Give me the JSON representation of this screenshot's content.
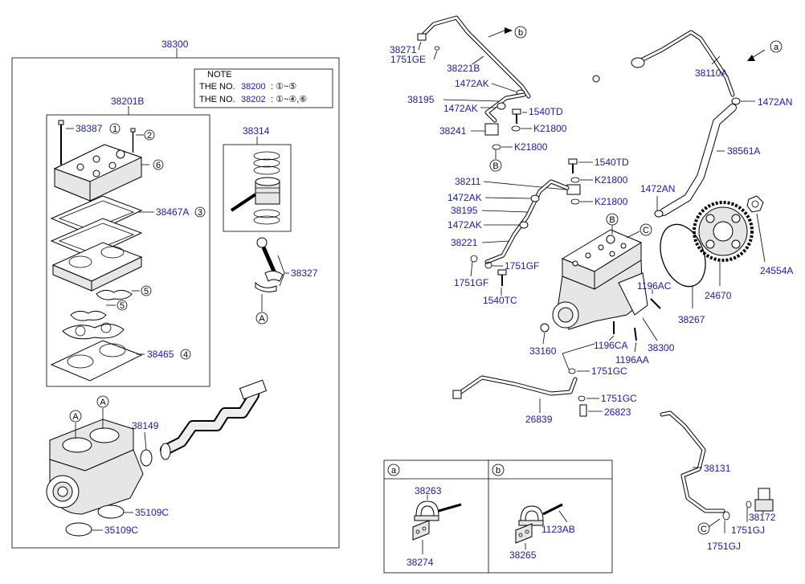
{
  "labels": {
    "main_assembly": "38300",
    "cyl_head_assy": "38201B",
    "bolt_38387": "38387",
    "gasket_38467A": "38467A",
    "gasket_38465": "38465",
    "piston_kit": "38314",
    "conrod": "38327",
    "seal_38149": "38149",
    "cap_35109C_a": "35109C",
    "cap_35109C_b": "35109C",
    "r_38271": "38271",
    "r_1751GE": "1751GE",
    "r_38221B": "38221B",
    "r_1472AK_1": "1472AK",
    "r_38195_1": "38195",
    "r_1472AK_2": "1472AK",
    "r_1540TD_1": "1540TD",
    "r_38241": "38241",
    "r_K21800_1": "K21800",
    "r_K21800_2": "K21800",
    "r_1540TD_2": "1540TD",
    "r_38211": "38211",
    "r_K21800_3": "K21800",
    "r_1472AK_3": "1472AK",
    "r_38195_2": "38195",
    "r_K21800_4": "K21800",
    "r_1472AK_4": "1472AK",
    "r_38221": "38221",
    "r_1751GF_1": "1751GF",
    "r_1751GF_2": "1751GF",
    "r_1540TC": "1540TC",
    "r_38110A": "38110A",
    "r_1472AN_1": "1472AN",
    "r_38561A": "38561A",
    "r_1472AN_2": "1472AN",
    "r_24554A": "24554A",
    "r_24670": "24670",
    "r_1196AC": "1196AC",
    "r_38267": "38267",
    "r_33160": "33160",
    "r_1196CA": "1196CA",
    "r_38300b": "38300",
    "r_1196AA": "1196AA",
    "r_1751GC_1": "1751GC",
    "r_1751GC_2": "1751GC",
    "r_26839": "26839",
    "r_26823": "26823",
    "r_38131": "38131",
    "r_38172": "38172",
    "r_1751GJ_1": "1751GJ",
    "r_1751GJ_2": "1751GJ",
    "d_38263": "38263",
    "d_38274": "38274",
    "d_1123AB": "1123AB",
    "d_38265": "38265"
  },
  "note": {
    "title": "NOTE",
    "line1_prefix": "THE NO.",
    "line1_part": "38200",
    "line1_range": ": ①~⑤",
    "line2_prefix": "THE NO.",
    "line2_part": "38202",
    "line2_range": ": ①~④,⑥"
  },
  "callouts": {
    "c1": "1",
    "c2": "2",
    "c3": "3",
    "c4": "4",
    "c5a": "5",
    "c5b": "5",
    "c6": "6",
    "refA1": "A",
    "refA2": "A",
    "refA3": "A",
    "refB1": "B",
    "refB2": "B",
    "refC1": "C",
    "refC2": "C",
    "ref_a": "a",
    "ref_b": "b"
  },
  "detail_boxes": {
    "a": "a",
    "b": "b"
  }
}
